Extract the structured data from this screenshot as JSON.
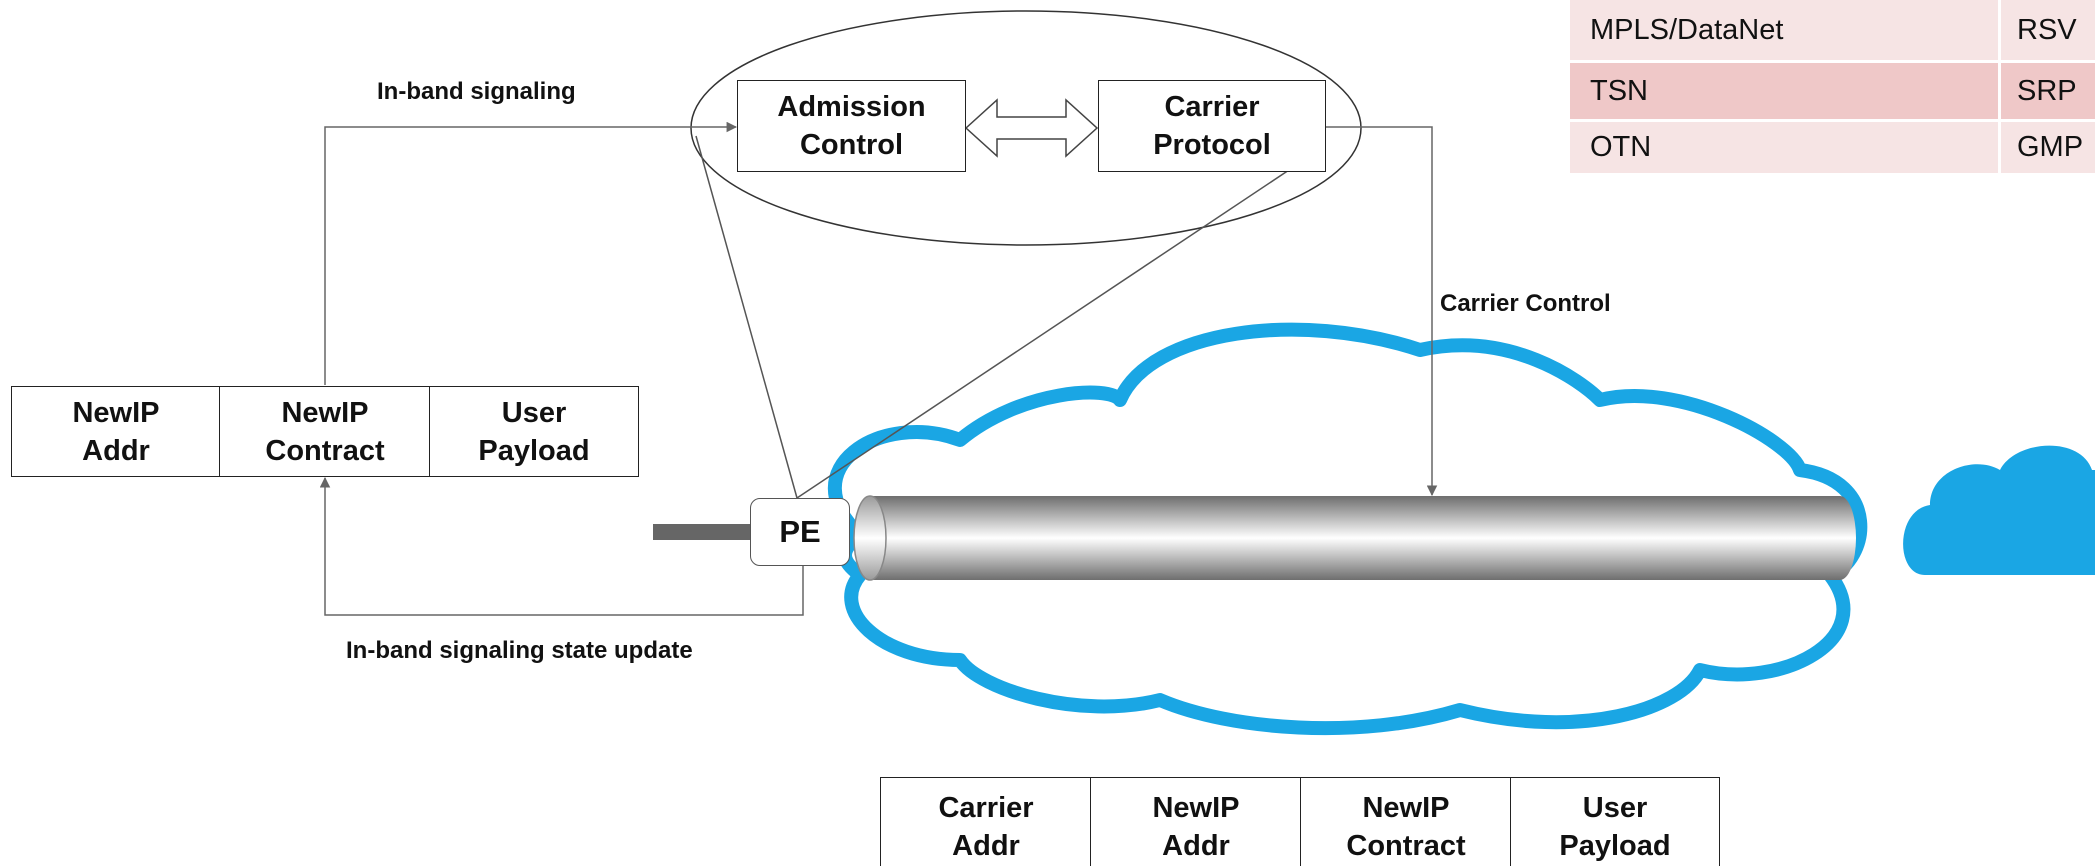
{
  "table": {
    "rows": [
      {
        "tech": "MPLS/DataNet",
        "protocol": "RSV"
      },
      {
        "tech": "TSN",
        "protocol": "SRP"
      },
      {
        "tech": "OTN",
        "protocol": "GMP"
      }
    ],
    "colors": {
      "light": "#f6e4e4",
      "dark": "#efc8c8"
    }
  },
  "zoom": {
    "admission_control": "Admission\nControl",
    "carrier_protocol": "Carrier\nProtocol"
  },
  "labels": {
    "in_band_signaling": "In-band signaling",
    "carrier_control": "Carrier Control",
    "state_update": "In-band signaling state update"
  },
  "packet_top": [
    "NewIP\nAddr",
    "NewIP\nContract",
    "User\nPayload"
  ],
  "packet_bottom": [
    "Carrier\nAddr",
    "NewIP\nAddr",
    "NewIP\nContract",
    "User\nPayload"
  ],
  "pe_label": "PE",
  "colors": {
    "cloud": "#1aa6e4",
    "line": "#666666"
  }
}
